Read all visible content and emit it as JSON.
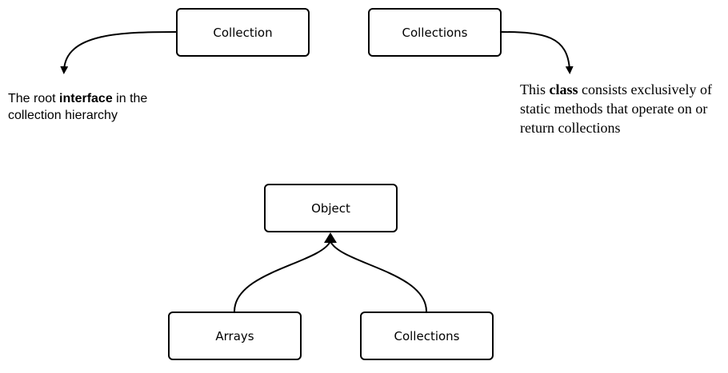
{
  "nodes": {
    "collection": "Collection",
    "collections_top": "Collections",
    "object": "Object",
    "arrays": "Arrays",
    "collections_bottom": "Collections"
  },
  "notes": {
    "left": {
      "pre": "The root ",
      "bold": "interface",
      "post": " in the collection hierarchy"
    },
    "right": {
      "pre": "This ",
      "bold": "class",
      "post": " consists exclusively of static methods that operate on or return collections"
    }
  }
}
